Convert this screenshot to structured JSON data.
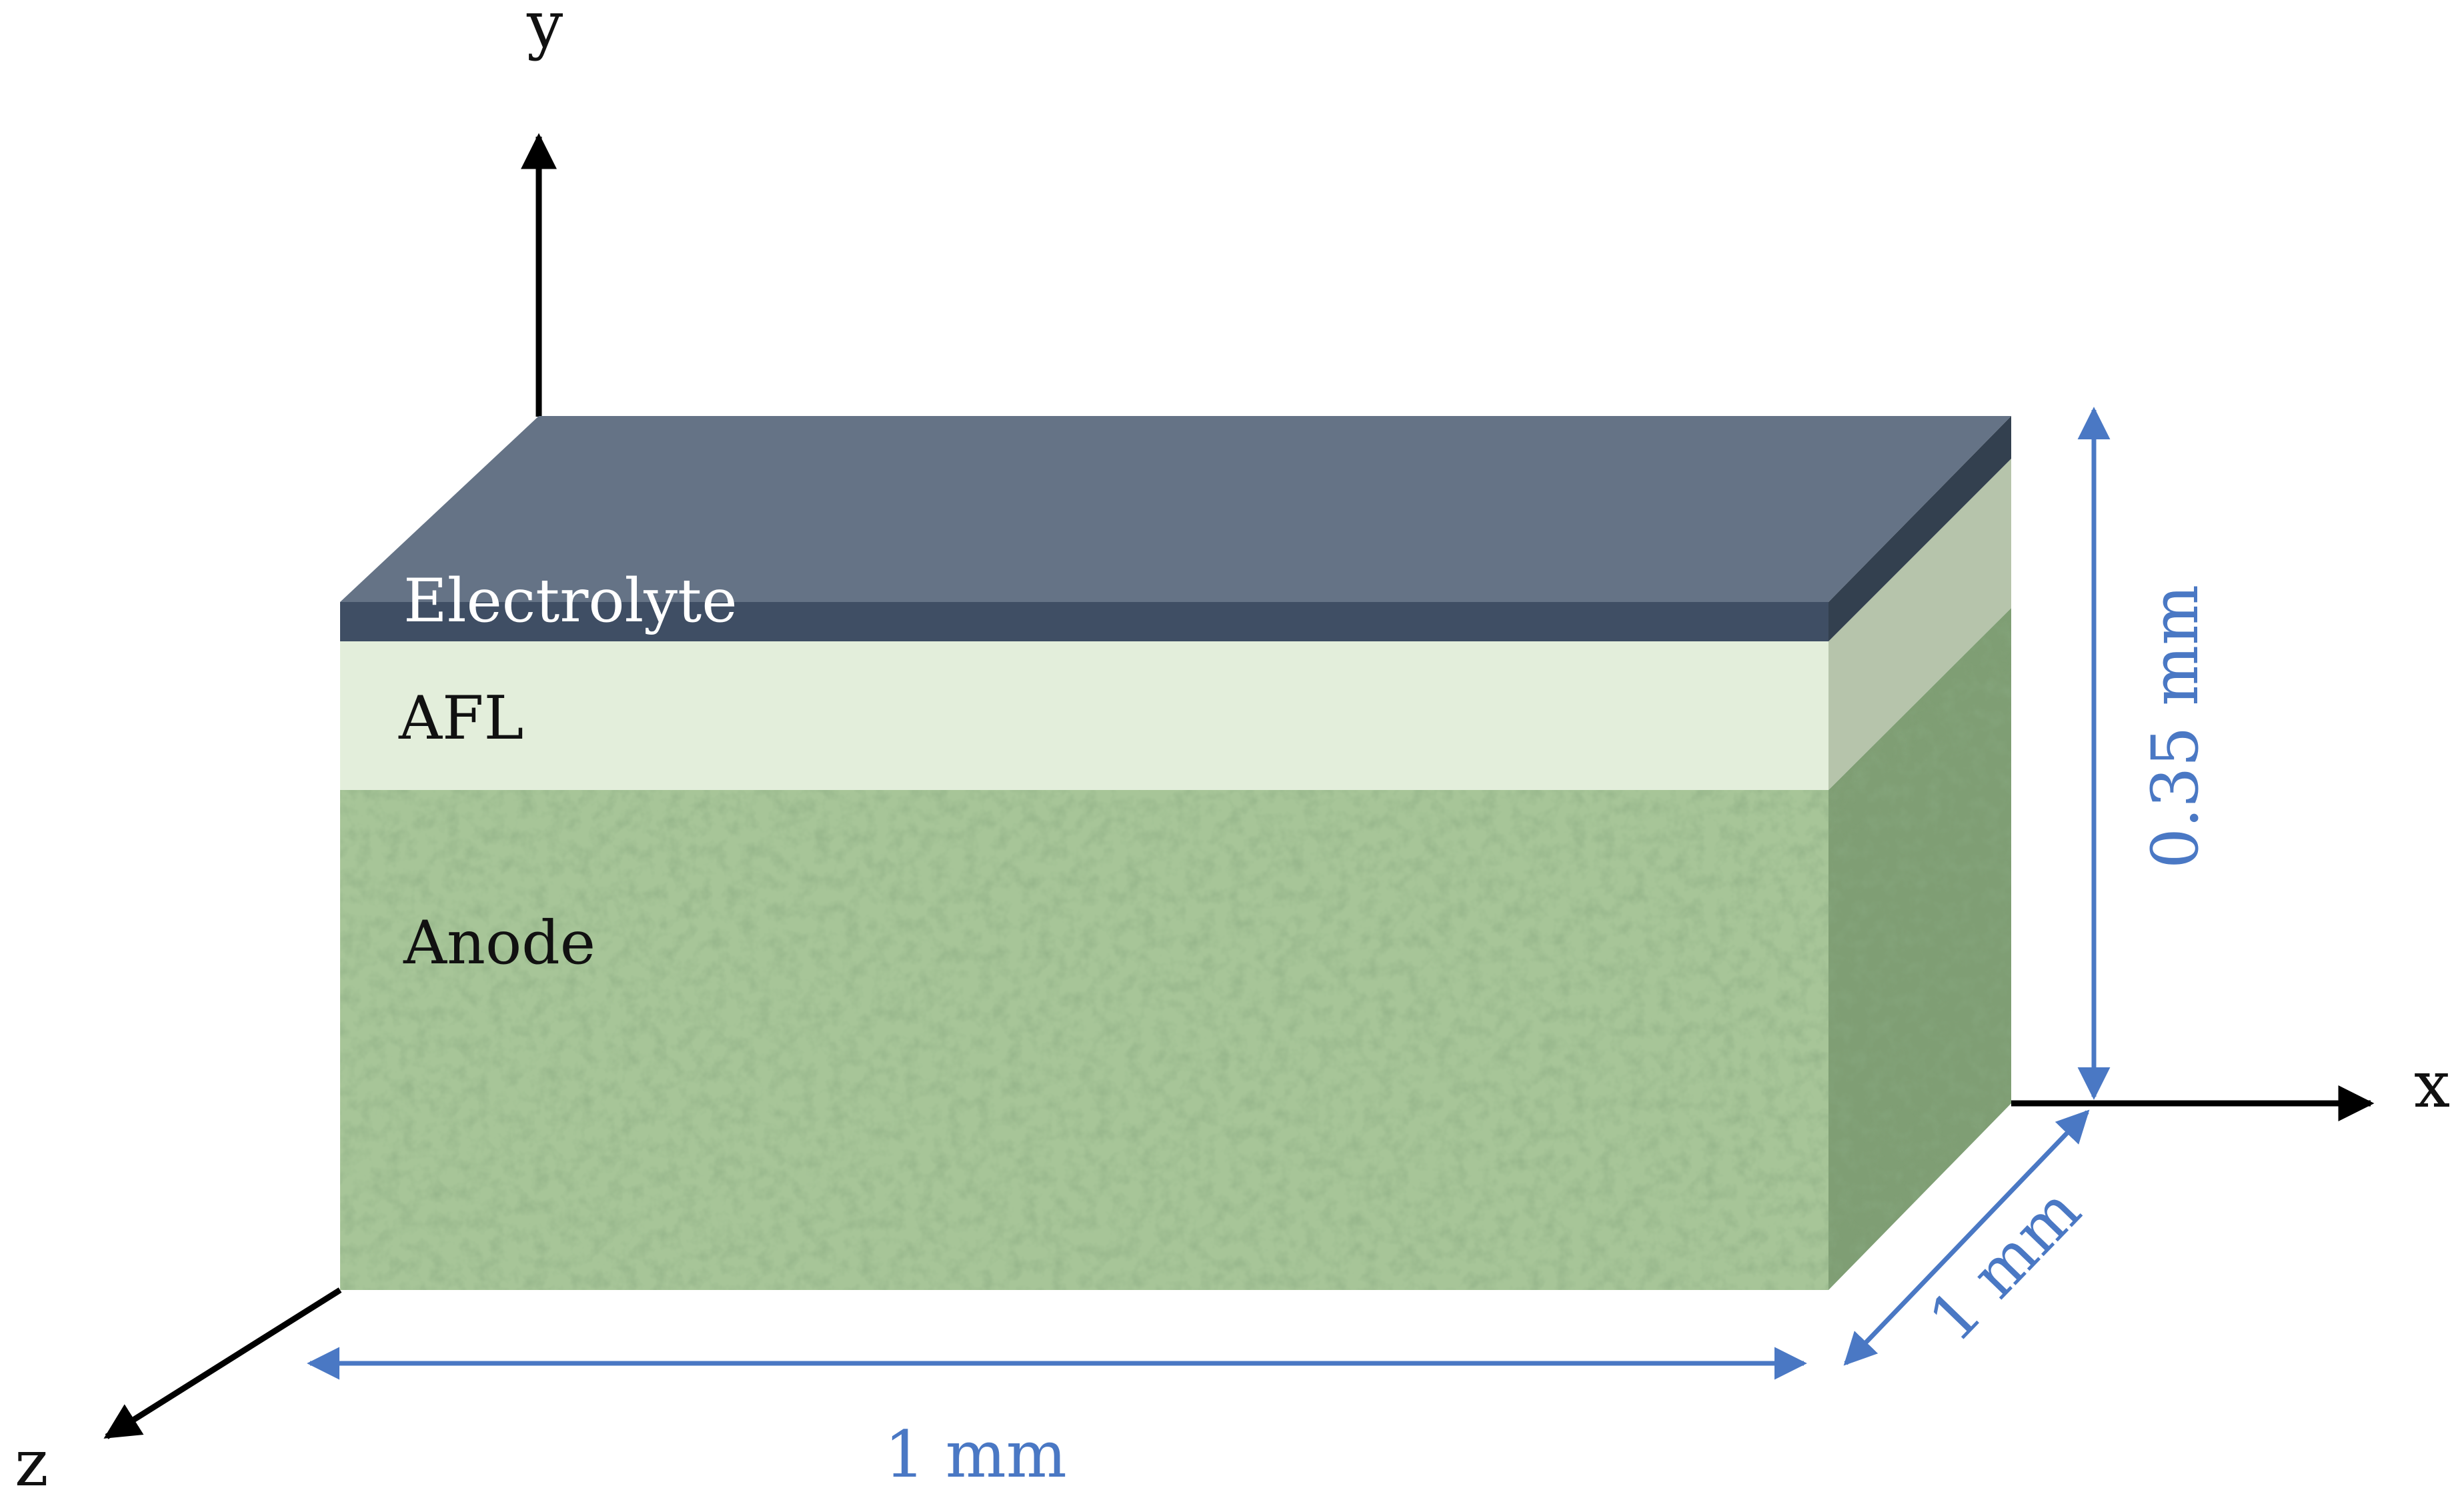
{
  "axes": {
    "x_label": "x",
    "y_label": "y",
    "z_label": "z"
  },
  "layers": [
    {
      "key": "electrolyte",
      "label": "Electrolyte",
      "color": "#657386",
      "text_color": "#ffffff"
    },
    {
      "key": "afl",
      "label": "AFL",
      "color": "#e3eedb",
      "text_color": "#111111"
    },
    {
      "key": "anode",
      "label": "Anode",
      "color": "#a7c598",
      "text_color": "#111111"
    }
  ],
  "dimensions": {
    "width_label": "1 mm",
    "depth_label": "1 mm",
    "height_label": "0.35 mm",
    "color": "#4a78c4"
  }
}
